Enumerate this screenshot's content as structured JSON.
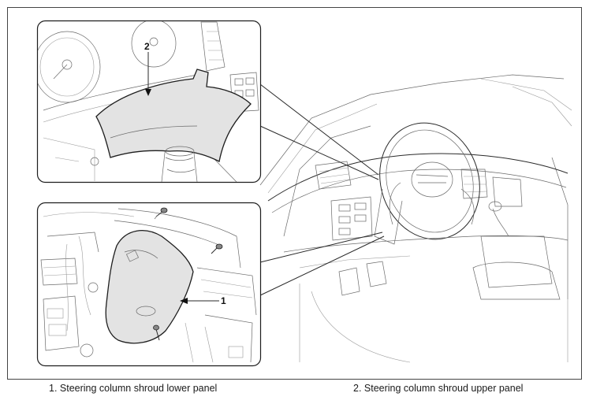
{
  "diagram": {
    "callout_top": {
      "number": "2"
    },
    "callout_bottom": {
      "number": "1"
    }
  },
  "legend": {
    "item_1": "1. Steering column shroud lower panel",
    "item_2": "2. Steering column shroud upper panel"
  },
  "colors": {
    "outline": "#2a2a2a",
    "panel_fill": "#e3e3e3",
    "background": "#ffffff"
  }
}
